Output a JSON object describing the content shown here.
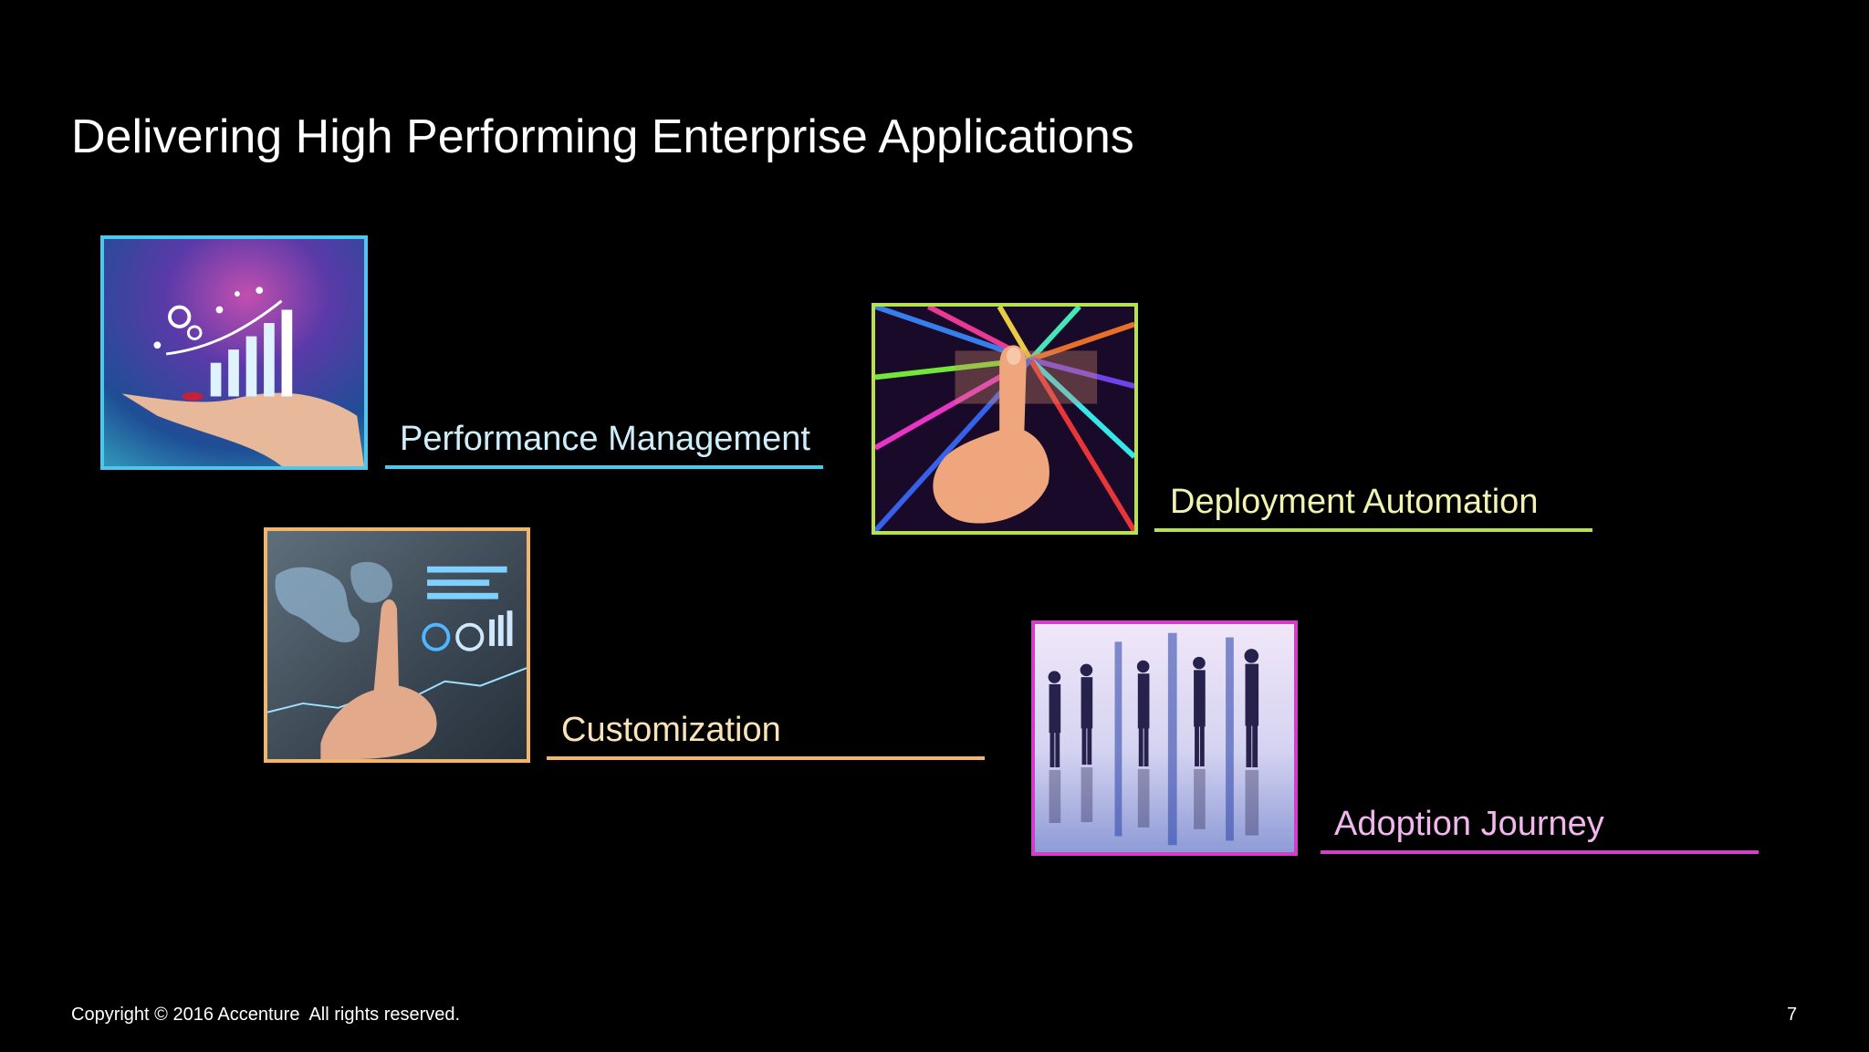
{
  "slide": {
    "title": "Delivering High Performing Enterprise Applications"
  },
  "items": [
    {
      "label": "Performance Management",
      "accent": "#4cc7ee",
      "text_color": "#cdeefa",
      "image_icon": "hand-holding-chart-icon"
    },
    {
      "label": "Deployment Automation",
      "accent": "#b5e34e",
      "text_color": "#f2f3b0",
      "image_icon": "finger-touch-light-burst-icon"
    },
    {
      "label": "Customization",
      "accent": "#f3b56a",
      "text_color": "#fbe3b8",
      "image_icon": "touch-dashboard-world-map-icon"
    },
    {
      "label": "Adoption Journey",
      "accent": "#d23ec8",
      "text_color": "#f2b6ee",
      "image_icon": "business-people-silhouettes-icon"
    }
  ],
  "footer": {
    "copyright": "Copyright © 2016 Accenture  All rights reserved.",
    "page_number": "7"
  }
}
